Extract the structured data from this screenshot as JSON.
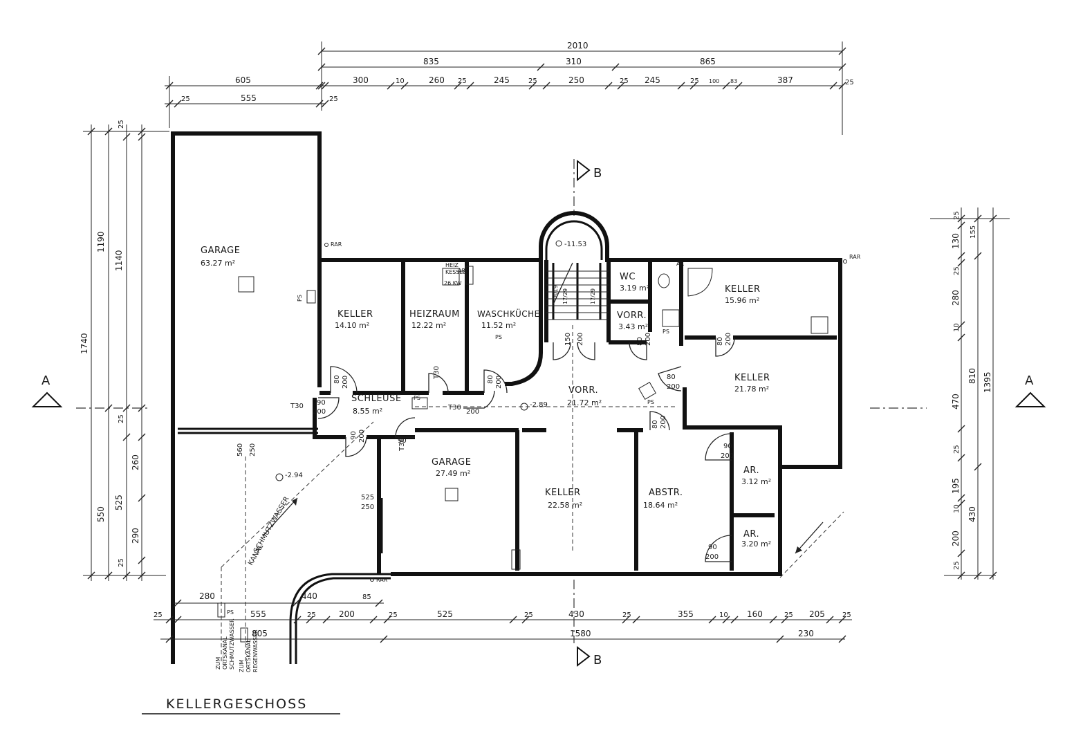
{
  "title": "KELLERGESCHOSS",
  "sections": {
    "a_left": "A",
    "a_right": "A",
    "b_top": "B",
    "b_bottom": "B"
  },
  "rooms": [
    {
      "id": "garage-large",
      "name": "GARAGE",
      "area": "63.27 m²"
    },
    {
      "id": "keller-1",
      "name": "KELLER",
      "area": "14.10 m²"
    },
    {
      "id": "heizraum",
      "name": "HEIZRAUM",
      "area": "12.22 m²"
    },
    {
      "id": "waschkueche",
      "name": "WASCHKÜCHE",
      "area": "11.52 m²"
    },
    {
      "id": "wc",
      "name": "WC",
      "area": "3.19 m²"
    },
    {
      "id": "vorr-small",
      "name": "VORR.",
      "area": "3.43 m²"
    },
    {
      "id": "keller-ne",
      "name": "KELLER",
      "area": "15.96 m²"
    },
    {
      "id": "keller-e",
      "name": "KELLER",
      "area": "21.78 m²"
    },
    {
      "id": "schleuse",
      "name": "SCHLEUSE",
      "area": "8.55 m²"
    },
    {
      "id": "vorr-main",
      "name": "VORR.",
      "area": "21.72 m²"
    },
    {
      "id": "garage-small",
      "name": "GARAGE",
      "area": "27.49 m²"
    },
    {
      "id": "keller-s",
      "name": "KELLER",
      "area": "22.58 m²"
    },
    {
      "id": "abstr",
      "name": "ABSTR.",
      "area": "18.64 m²"
    },
    {
      "id": "ar-1",
      "name": "AR.",
      "area": "3.12 m²"
    },
    {
      "id": "ar-2",
      "name": "AR.",
      "area": "3.20 m²"
    }
  ],
  "levels": {
    "stair": "-11.53",
    "vorr": "-2.89",
    "yard": "-2.94"
  },
  "marks": {
    "rar": "RAR",
    "ps": "PS",
    "ar": "AR",
    "t30": "T30",
    "boiler_1": "HEIZ",
    "boiler_2": "KESSEL",
    "boiler_3": "26 KW",
    "stair_1": "17/29",
    "stair_2": "17/29",
    "stair_3": "8/19"
  },
  "doors": {
    "d90_200": [
      "90",
      "200"
    ],
    "d80_200": [
      "80",
      "200"
    ],
    "d150_200": [
      "150",
      "200"
    ],
    "d560_250": [
      "560",
      "250"
    ],
    "d525_250": [
      "525",
      "250"
    ]
  },
  "canal": {
    "label_1": "SCHMUTZWASSER",
    "label_2": "KANAL"
  },
  "drainage": {
    "left_1": "ZUM",
    "left_2": "ORTSKANAL",
    "left_3": "SCHMUTZWASSER",
    "right_1": "ZUM",
    "right_2": "ORTSKANAL",
    "right_3": "REGENWASSER"
  },
  "dims_top": {
    "overall": "2010",
    "row2": [
      "835",
      "310",
      "865"
    ],
    "row3": [
      "300",
      "10",
      "260",
      "25",
      "245",
      "25",
      "250",
      "25",
      "245",
      "25",
      "100",
      "83",
      "387",
      "25"
    ],
    "left_outer": "605",
    "left_inner": "555",
    "left_25a": "25",
    "left_25b": "25"
  },
  "dims_bottom": {
    "row1": [
      "25",
      "280",
      "555",
      "440",
      "25",
      "200",
      "85",
      "25",
      "525",
      "25",
      "430",
      "25",
      "355",
      "10",
      "160",
      "25",
      "205",
      "25"
    ],
    "row2": [
      "805",
      "1580",
      "230"
    ]
  },
  "dims_left": {
    "outer": "1740",
    "col2a": "1190",
    "col2b": "550",
    "col3a": "1140",
    "col3b": "525",
    "col4": [
      "25",
      "25",
      "260",
      "290",
      "25"
    ]
  },
  "dims_right": {
    "outer": "1395",
    "col2": [
      "155",
      "810",
      "430"
    ],
    "col3": [
      "25",
      "130",
      "25",
      "280",
      "10",
      "470",
      "25",
      "195",
      "10",
      "200",
      "25"
    ]
  }
}
